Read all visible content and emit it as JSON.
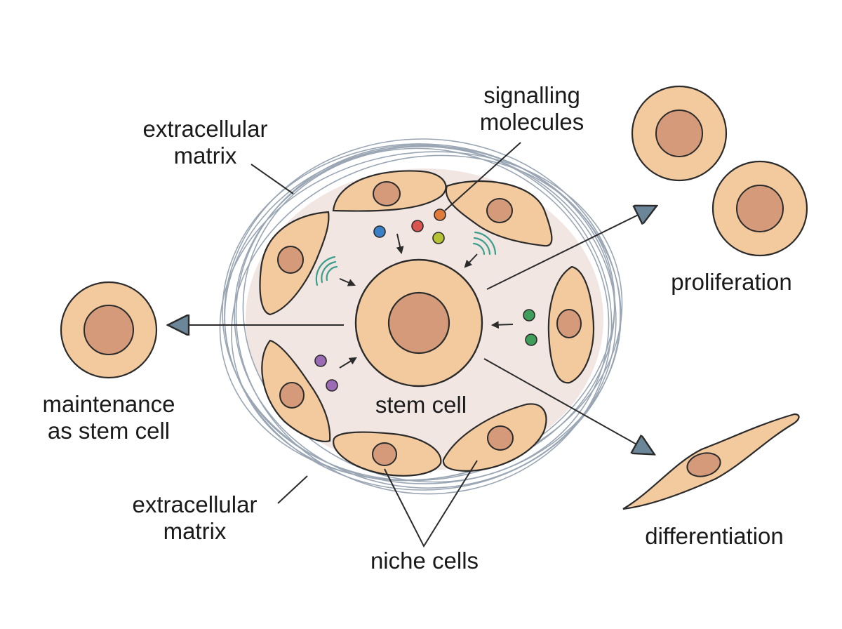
{
  "labels": {
    "ecm_top": [
      "extracellular",
      "matrix"
    ],
    "ecm_bottom": [
      "extracellular",
      "matrix"
    ],
    "signalling": [
      "signalling",
      "molecules"
    ],
    "proliferation": "proliferation",
    "maintenance": [
      "maintenance",
      "as stem cell"
    ],
    "stem_cell": "stem cell",
    "differentiation": "differentiation",
    "niche_cells": "niche cells"
  },
  "colors": {
    "cell_fill": "#f3c99e",
    "nucleus_fill": "#d49a7a",
    "outline": "#2b2b2b",
    "niche_background": "#f1e6e2",
    "matrix_fibers": "#9aa6b4",
    "arrow_head": "#6b8599",
    "signal_waves": "#3a9e8c",
    "molecule_blue": "#3b7fc4",
    "molecule_red": "#d9534f",
    "molecule_orange": "#e07b39",
    "molecule_yellow_green": "#b5c234",
    "molecule_green": "#3e9e5a",
    "molecule_purple": "#9b6bb5"
  }
}
